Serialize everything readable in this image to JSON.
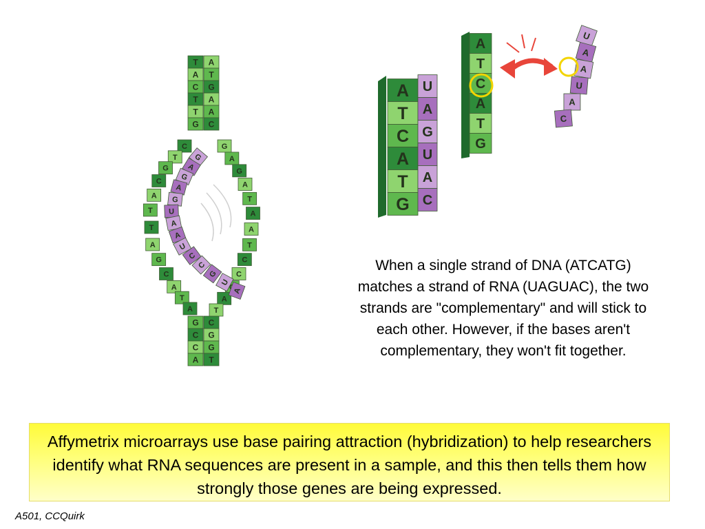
{
  "caption": "When a single strand of DNA (ATCATG) matches a strand of RNA (UAGUAC), the two strands are \"complementary\" and will stick to each other. However, if the bases aren't complementary, they won't fit together.",
  "banner": "Affymetrix microarrays use base pairing attraction (hybridization) to help researchers identify what RNA sequences are present in a sample, and this then tells them how strongly those genes are being expressed.",
  "credit": "A501, CCQuirk",
  "colors": {
    "dna_dark": "#2e8b3a",
    "dna_light": "#8fd46f",
    "rna_dark": "#7a2a96",
    "rna_light": "#c9a2d8",
    "arrow": "#e8453a",
    "highlight": "#f3d400"
  },
  "helix": {
    "top_pairs": [
      [
        "T",
        "A"
      ],
      [
        "A",
        "T"
      ],
      [
        "C",
        "G"
      ],
      [
        "T",
        "A"
      ],
      [
        "T",
        "A"
      ],
      [
        "G",
        "C"
      ]
    ],
    "left_strand": [
      "C",
      "T",
      "G",
      "C",
      "A",
      "T",
      "T",
      "A",
      "G",
      "C",
      "A",
      "T",
      "A"
    ],
    "rna_strand": [
      "G",
      "A",
      "G",
      "A",
      "G",
      "U",
      "A",
      "A",
      "U",
      "C",
      "C",
      "G",
      "U",
      "A"
    ],
    "right_strand": [
      "G",
      "A",
      "G",
      "A",
      "T",
      "A",
      "A",
      "T",
      "C",
      "C",
      "G",
      "A",
      "T"
    ],
    "bottom_pairs": [
      [
        "G",
        "C"
      ],
      [
        "C",
        "G"
      ],
      [
        "C",
        "G"
      ],
      [
        "A",
        "T"
      ]
    ]
  },
  "paired": {
    "dna": [
      "A",
      "T",
      "C",
      "A",
      "T",
      "G"
    ],
    "rna": [
      "U",
      "A",
      "G",
      "U",
      "A",
      "C"
    ]
  },
  "mismatch": {
    "dna": [
      "A",
      "T",
      "C",
      "A",
      "T",
      "G"
    ],
    "rna": [
      "U",
      "A",
      "A",
      "U",
      "A",
      "C"
    ]
  }
}
